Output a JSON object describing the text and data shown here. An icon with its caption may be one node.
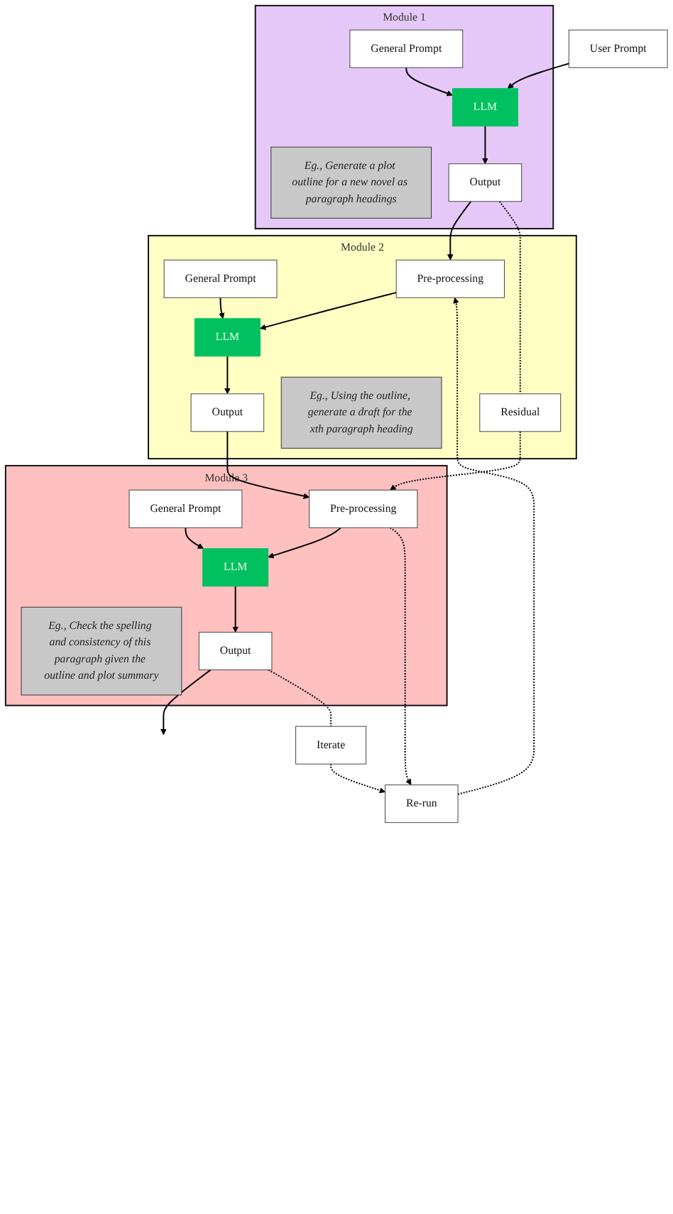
{
  "diagram": {
    "nodes": [
      {
        "text": [
          "User Prompt"
        ]
      },
      {
        "text": [
          "Module 1"
        ]
      },
      {
        "text": [
          "General Prompt"
        ],
        "in": 1
      },
      {
        "text": [
          "LLM"
        ],
        "in": 1
      },
      {
        "text": [
          "Eg., Generate a plot outline for a new novel as paragraph headings"
        ],
        "in": 1
      },
      {
        "text": [
          "Output"
        ],
        "in": 1
      },
      {
        "text": [
          "Module 2"
        ]
      },
      {
        "text": [
          "General Prompt"
        ],
        "in": 6
      },
      {
        "text": [
          "Pre-processing"
        ],
        "in": 6
      },
      {
        "text": [
          "LLM"
        ],
        "in": 6
      },
      {
        "text": [
          "Residual"
        ],
        "in": 6
      },
      {
        "text": [
          "Eg., Using the outline, generate a draft for the xth paragraph heading"
        ],
        "in": 6
      },
      {
        "text": [
          "Output"
        ],
        "in": 6
      },
      {
        "text": [
          "Re-run"
        ]
      },
      {
        "text": [
          "Module 3"
        ]
      },
      {
        "text": [
          "General Prompt"
        ],
        "in": 14
      },
      {
        "text": [
          "Pre-processing"
        ],
        "in": 14
      },
      {
        "text": [
          "LLM"
        ],
        "in": 14
      },
      {
        "text": [
          "Eg., Check the spelling and consistency of this paragraph given the outline and plot summary"
        ],
        "in": 14
      },
      {
        "text": [
          "Output"
        ],
        "in": 14
      },
      {
        "text": [
          "Iterate"
        ]
      }
    ],
    "edges": [
      {
        "from": 0,
        "to": 3,
        "arrow": "to"
      },
      {
        "from": 2,
        "to": 3,
        "arrow": "to"
      },
      {
        "from": 3,
        "to": 5,
        "arrow": "to"
      },
      {
        "from": 5,
        "to": 8,
        "arrow": "to"
      },
      {
        "from": 8,
        "to": 9,
        "arrow": "to"
      },
      {
        "from": 7,
        "to": 9,
        "arrow": "to"
      },
      {
        "from": 9,
        "to": 12,
        "arrow": "to"
      },
      {
        "from": 5,
        "to": 10,
        "arrow": "none",
        "style": "dashed"
      },
      {
        "from": 12,
        "to": 16,
        "arrow": "to"
      },
      {
        "from": 10,
        "to": 16,
        "arrow": "to",
        "style": "dashed"
      },
      {
        "from": 16,
        "to": 17,
        "arrow": "to"
      },
      {
        "from": 15,
        "to": 17,
        "arrow": "to"
      },
      {
        "from": 17,
        "to": 19,
        "arrow": "to"
      },
      {
        "from": 19,
        "to": null,
        "arrow": "to"
      },
      {
        "from": 16,
        "to": 13,
        "arrow": "to",
        "style": "dashed"
      },
      {
        "from": 13,
        "to": 8,
        "arrow": "to",
        "style": "dashed"
      },
      {
        "from": 19,
        "to": 20,
        "arrow": "none",
        "style": "dashed"
      },
      {
        "from": 20,
        "to": 13,
        "arrow": "to",
        "style": "dashed"
      }
    ]
  }
}
